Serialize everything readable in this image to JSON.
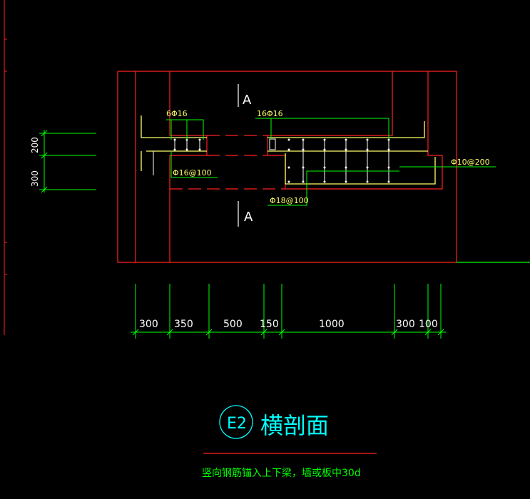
{
  "drawing": {
    "section_marks": [
      "A",
      "A"
    ],
    "rebar_labels": {
      "top_left": "6Φ16",
      "top_right": "16Φ16",
      "stirrup_left": "Φ16@100",
      "stirrup_right": "Φ18@100",
      "distribution": "Φ10@200"
    },
    "dims_left": [
      "200",
      "300"
    ],
    "dims_bottom": [
      "300",
      "350",
      "500",
      "150",
      "1000",
      "300",
      "100"
    ],
    "title_tag": "E2",
    "title_text": "横剖面",
    "note": "竖向钢筋锚入上下梁，墙或板中30d"
  },
  "colors": {
    "background": "#000000",
    "outline": "#ff2020",
    "rebar": "#ffff66",
    "dimension": "#00ff00",
    "title": "#00ffff",
    "dim_text": "#ffffff"
  }
}
